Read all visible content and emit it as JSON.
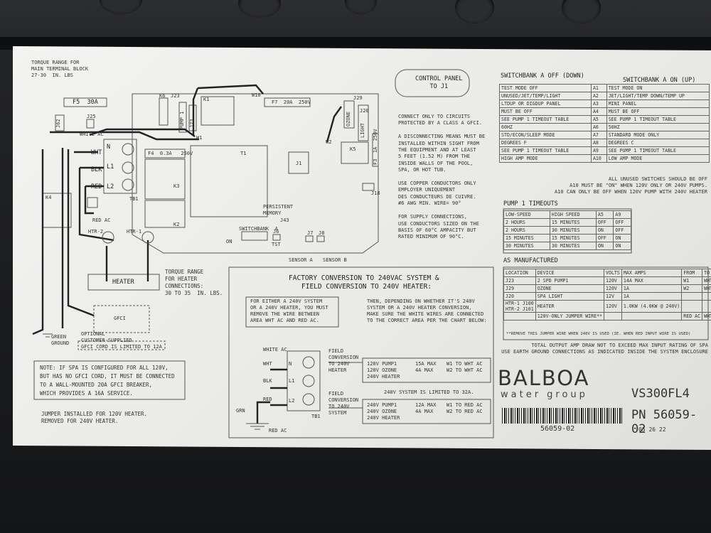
{
  "top_left": {
    "torque_main": "TORQUE RANGE FOR\nMAIN TERMINAL BLOCK\n27-30  IN. LBS"
  },
  "components": {
    "f5": "F5  30A",
    "k6": "K6",
    "j23": "J23",
    "pump1": "PUMP 1",
    "j73": "J73",
    "k1": "K1",
    "w10": "W10",
    "f7": "F7  20A  250V",
    "j29": "J29",
    "ozone": "OZONE",
    "j20": "J20",
    "light": "LIGHT",
    "f3": "F3  1A  250V",
    "j62": "J62",
    "j25": "J25",
    "white_ac": "WHITE AC",
    "w1": "W1",
    "w2": "W2",
    "k5": "K5",
    "wht": "WHT",
    "n": "N",
    "blk": "BLK",
    "l1": "L1",
    "red": "RED",
    "l2": "L2",
    "f4": "F4  0.3A   250V",
    "t1": "T1",
    "j1": "J1",
    "k3": "K3",
    "tb1": "TB1",
    "k2": "K2",
    "k4": "K4",
    "j18": "J18",
    "red_ac": "RED AC",
    "htr2": "HTR-2",
    "htr1": "HTR-1",
    "persistent": "PERSISTENT\nMEMORY",
    "j43": "J43",
    "switchbank": "SWITCHBANK  A",
    "j6": "J6",
    "tst": "TST",
    "on": "ON",
    "j7": "J7",
    "j8": "J8",
    "sensor_a": "SENSOR A",
    "sensor_b": "SENSOR B",
    "heater": "HEATER",
    "torque_heater": "TORQUE RANGE\nFOR HEATER\nCONNECTIONS:\n30 TO 35  IN. LBS.",
    "gfci": "GFCI",
    "optional": "OPTIONAL\nCUSTOMER-SUPPLIED\nGFCI CORD IS LIMITED TO 12A",
    "green": "GREEN\nGROUND"
  },
  "note_box": "NOTE: IF SPA IS CONFIGURED FOR ALL 120V,\nBUT HAS NO GFCI CORD, IT MUST BE CONNECTED\nTO A WALL-MOUNTED 20A GFCI BREAKER,\nWHICH PROVIDES A 16A SERVICE.",
  "jumper_note": "JUMPER INSTALLED FOR 120V HEATER.\nREMOVED FOR 240V HEATER.",
  "control_panel": "CONTROL PANEL\nTO J1",
  "connect_text": "CONNECT ONLY TO CIRCUITS\nPROTECTED BY A CLASS A GFCI.\n\nA DISCONNECTING MEANS MUST BE\nINSTALLED WITHIN SIGHT FROM\nTHE EQUIPMENT AND AT LEAST\n5 FEET (1.52 M) FROM THE\nINSIDE WALLS OF THE POOL,\nSPA, OR HOT TUB.\n\nUSE COPPER CONDUCTORS ONLY\nEMPLOYER UNIQUEMENT\nDES CONDUCTEURS DE CUIVRE.\n#6 AWG MIN. WIRE= 90°\n\nFOR SUPPLY CONNECTIONS,\nUSE CONDUCTORS SIZED ON THE\nBASIS OF 60°C AMPACITY BUT\nRATED MINIMUM OF 90°C.",
  "factory": {
    "title1": "FACTORY CONVERSION TO 240VAC SYSTEM &",
    "title2": "FIELD CONVERSION TO 240V HEATER:",
    "left_box": "FOR EITHER A 240V SYSTEM\nOR A 240V HEATER, YOU MUST\nREMOVE THE WIRE BETWEEN\nAREA WHT AC AND RED AC.",
    "right_text": "THEN, DEPENDING ON WHETHER IT'S 240V\nSYSTEM OR A 240V HEATER CONVERSION,\nMAKE SURE THE WHITE WIRES ARE CONNECTED\nTO THE CORRECT AREA PER THE CHART BELOW:",
    "white_ac": "WHITE AC",
    "wht": "WHT",
    "n": "N",
    "blk": "BLK",
    "l1": "L1",
    "red": "RED",
    "l2": "L2",
    "grn": "GRN",
    "red_ac": "RED AC",
    "tb1": "TB1",
    "field1": "FIELD\nCONVERSION\nTO 240V\nHEATER",
    "field2": "FIELD\nCONVERSION\nTO 240V\nSYSTEM",
    "box1_a": "120V PUMP1\n120V OZONE\n240V HEATER",
    "box1_b": "15A MAX\n4A MAX",
    "box1_c": "W1 TO WHT AC\nW2 TO WHT AC",
    "limit": "240V SYSTEM IS LIMITED TO 32A.",
    "box2_a": "240V PUMP1\n240V OZONE\n240V HEATER",
    "box2_b": "12A MAX\n4A MAX",
    "box2_c": "W1 TO RED AC\nW2 TO RED AC"
  },
  "switchbank": {
    "off_title": "SWITCHBANK A OFF (DOWN)",
    "on_title": "SWITCHBANK A ON (UP)",
    "rows": [
      [
        "TEST MODE OFF",
        "A1",
        "TEST MODE ON"
      ],
      [
        "UNUSED/JET/TEMP/LIGHT",
        "A2",
        "JET/LIGHT/TEMP DOWN/TEMP UP"
      ],
      [
        "LTDUP OR DIGDUP PANEL",
        "A3",
        "MINI PANEL"
      ],
      [
        "MUST BE OFF",
        "A4",
        "MUST BE OFF"
      ],
      [
        "SEE PUMP 1 TIMEOUT TABLE",
        "A5",
        "SEE PUMP 1 TIMEOUT TABLE"
      ],
      [
        "60HZ",
        "A6",
        "50HZ"
      ],
      [
        "STD/ECON/SLEEP MODE",
        "A7",
        "STANDARD MODE ONLY"
      ],
      [
        "DEGREES F",
        "A8",
        "DEGREES C"
      ],
      [
        "SEE PUMP 1 TIMEOUT TABLE",
        "A9",
        "SEE PUMP 1 TIMEOUT TABLE"
      ],
      [
        "HIGH AMP MODE",
        "A10",
        "LOW AMP MODE"
      ]
    ],
    "note": "ALL UNUSED SWITCHES SHOULD BE OFF\nA10 MUST BE \"ON\" WHEN 120V ONLY OR 240V PUMPS.\nA10 CAN ONLY BE OFF WHEN 120V PUMP WITH 240V HEATER"
  },
  "pump_timeouts": {
    "title": "PUMP 1 TIMEOUTS",
    "header": [
      "LOW-SPEED",
      "HIGH SPEED",
      "A5",
      "A9"
    ],
    "rows": [
      [
        "2 HOURS",
        "15 MINUTES",
        "OFF",
        "OFF"
      ],
      [
        "2 HOURS",
        "30 MINUTES",
        "ON",
        "OFF"
      ],
      [
        "15 MINUTES",
        "15 MINUTES",
        "OFF",
        "ON"
      ],
      [
        "30 MINUTES",
        "30 MINUTES",
        "ON",
        "ON"
      ]
    ]
  },
  "as_manufactured": {
    "title": "AS MANUFACTURED",
    "header": [
      "LOCATION",
      "DEVICE",
      "VOLTS",
      "MAX AMPS",
      "FROM",
      "TO"
    ],
    "rows": [
      [
        "J23",
        "2 SPD PUMP1",
        "120V",
        "14A MAX",
        "W1",
        "WHT AC"
      ],
      [
        "J29",
        "OZONE",
        "120V",
        "1A",
        "W2",
        "WHT AC"
      ],
      [
        "J20",
        "SPA LIGHT",
        "12V",
        "1A",
        "",
        ""
      ],
      [
        "HTR-1 J100\nHTR-2 J101",
        "HEATER",
        "120V",
        "1.0KW (4.0KW @ 240V)",
        "",
        ""
      ],
      [
        "",
        "120V-ONLY JUMPER WIRE**",
        "",
        "",
        "RED AC",
        "WHT AC"
      ]
    ],
    "footnote": "**REMOVE THIS JUMPER WIRE WHEN 240V IS USED (IE. WHEN RED INPUT WIRE IS USED)"
  },
  "total_note": "TOTAL OUTPUT AMP DRAW NOT TO EXCEED MAX INPUT RATING OF SPA\nUSE EARTH GROUND CONNECTIONS AS INDICATED INSIDE THE SYSTEM ENCLOSURE",
  "brand": {
    "name": "BALBOA",
    "sub": "water group",
    "model": "VS300FL4",
    "pn": "PN  56059-02",
    "barcode_text": "56059-02",
    "date": "05 26 22"
  }
}
